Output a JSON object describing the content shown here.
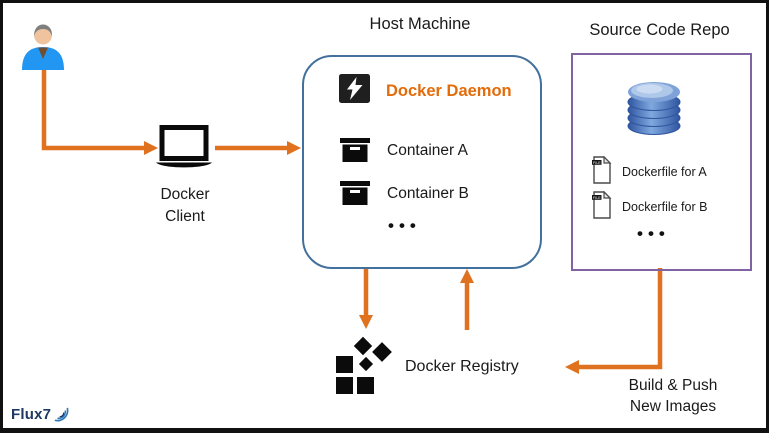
{
  "colors": {
    "arrow": "#E0711F",
    "host_border": "#41719C",
    "repo_border": "#8064A2",
    "daemon_text": "#E36C0A",
    "logo_navy": "#1F3864",
    "person_blue": "#2196F3",
    "db_blue": "#4C79C2"
  },
  "user": {
    "icon": "person-icon"
  },
  "client": {
    "icon": "laptop-icon",
    "label": "Docker\nClient"
  },
  "host": {
    "title": "Host Machine",
    "daemon_icon": "lightning-icon",
    "daemon_label": "Docker Daemon",
    "containers": [
      {
        "icon": "container-box-icon",
        "label": "Container A"
      },
      {
        "icon": "container-box-icon",
        "label": "Container B"
      }
    ],
    "ellipsis": "•••"
  },
  "repo": {
    "title": "Source Code Repo",
    "db_icon": "database-icon",
    "files": [
      {
        "icon": "file-icon",
        "label": "Dockerfile for A"
      },
      {
        "icon": "file-icon",
        "label": "Dockerfile for B"
      }
    ],
    "ellipsis": "•••"
  },
  "registry": {
    "icon": "registry-boxes-icon",
    "label": "Docker Registry"
  },
  "build_push": {
    "label": "Build & Push\nNew Images"
  },
  "logo": {
    "text": "Flux7",
    "icon": "swirl-icon"
  }
}
